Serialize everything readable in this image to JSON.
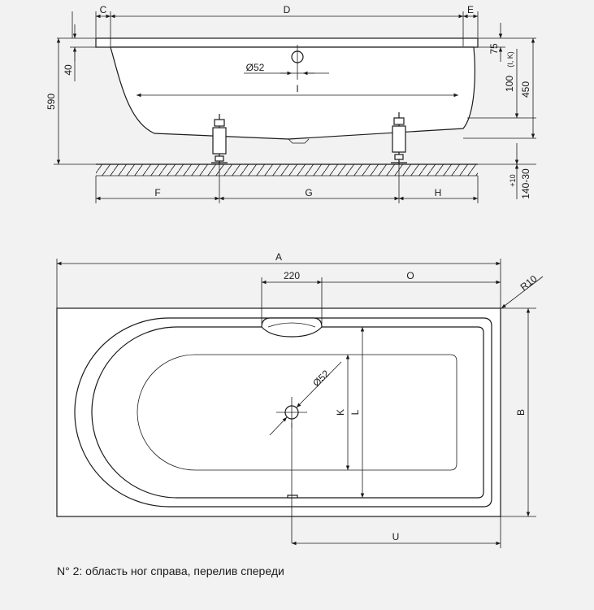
{
  "side_view": {
    "labels": {
      "C": "C",
      "D": "D",
      "E": "E",
      "dim_75": "75",
      "dim_40": "40",
      "dim_590": "590",
      "drain": "Ø52",
      "I": "I",
      "dim_100": "100",
      "dim_100_note": "(I, K)",
      "dim_450": "450",
      "floor_plus": "+10",
      "floor_range": "140-30",
      "F": "F",
      "G": "G",
      "H": "H"
    }
  },
  "top_view": {
    "labels": {
      "A": "A",
      "dim_220": "220",
      "O": "O",
      "R10": "R10",
      "drain": "Ø52",
      "K": "K",
      "L": "L",
      "B": "B",
      "U": "U"
    }
  },
  "caption": "N° 2: область ног справа, перелив спереди"
}
